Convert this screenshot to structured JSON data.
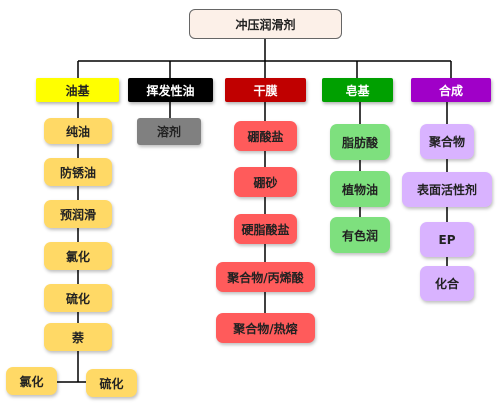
{
  "root": {
    "label": "冲压润滑剂"
  },
  "categories": [
    {
      "label": "油基",
      "color": "#ffff00",
      "text_color": "#222222",
      "items": [
        "纯油",
        "防锈油",
        "预润滑",
        "氯化",
        "硫化",
        "萘"
      ],
      "item_color": "#ffd966",
      "sub_items": [
        "氯化",
        "硫化"
      ]
    },
    {
      "label": "挥发性油",
      "color": "#000000",
      "text_color": "#ffffff",
      "items": [
        "溶剂"
      ],
      "item_color": "#808080"
    },
    {
      "label": "干膜",
      "color": "#c00000",
      "text_color": "#ffffff",
      "items": [
        "硼酸盐",
        "硼砂",
        "硬脂酸盐",
        "聚合物/丙烯酸",
        "聚合物/热熔"
      ],
      "item_color": "#ff5b5b"
    },
    {
      "label": "皂基",
      "color": "#00a000",
      "text_color": "#ffffff",
      "items": [
        "脂肪酸",
        "植物油",
        "有色润"
      ],
      "item_color": "#7ee07e"
    },
    {
      "label": "合成",
      "color": "#a000c8",
      "text_color": "#ffffff",
      "items": [
        "聚合物",
        "表面活性剂",
        "EP",
        "化合"
      ],
      "item_color": "#d9b3ff"
    }
  ],
  "colors": {
    "line": "#000000",
    "root_fill": "#fcf0e8"
  }
}
